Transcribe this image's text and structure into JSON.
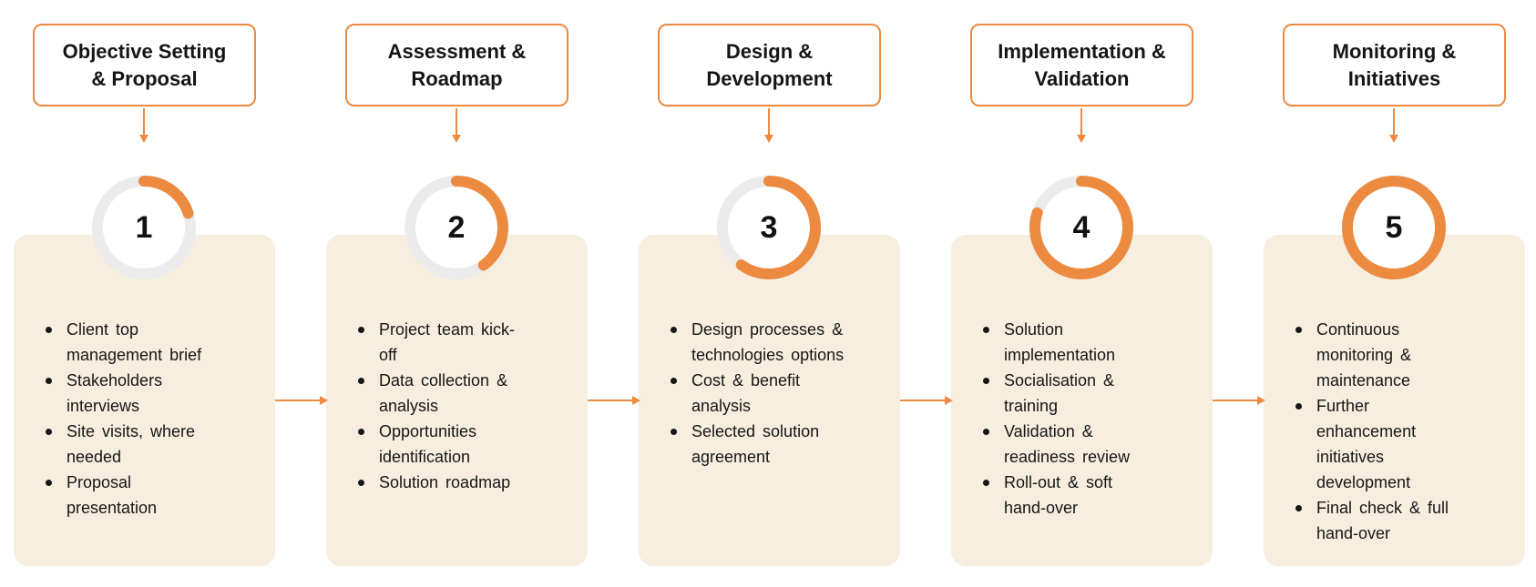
{
  "diagram": {
    "accent_color": "#EC8A40",
    "ring_track_color": "#EBEBEB",
    "card_background_color": "#F7EEE0",
    "text_color": "#161616",
    "steps": [
      {
        "number": "1",
        "progress_percent": 20,
        "title_lines": [
          "Objective Setting",
          "& Proposal"
        ],
        "bullets": [
          "Client top management brief",
          "Stakeholders interviews",
          "Site visits, where needed",
          "Proposal presentation"
        ]
      },
      {
        "number": "2",
        "progress_percent": 40,
        "title_lines": [
          "Assessment &",
          "Roadmap"
        ],
        "bullets": [
          "Project team kick-off",
          "Data collection & analysis",
          "Opportunities identification",
          "Solution roadmap"
        ]
      },
      {
        "number": "3",
        "progress_percent": 60,
        "title_lines": [
          "Design &",
          "Development"
        ],
        "bullets": [
          "Design processes & technologies options",
          "Cost & benefit analysis",
          "Selected solution agreement"
        ]
      },
      {
        "number": "4",
        "progress_percent": 80,
        "title_lines": [
          "Implementation &",
          "Validation"
        ],
        "bullets": [
          "Solution implementation",
          "Socialisation & training",
          "Validation & readiness review",
          "Roll-out & soft hand-over"
        ]
      },
      {
        "number": "5",
        "progress_percent": 100,
        "title_lines": [
          "Monitoring &",
          "Initiatives"
        ],
        "bullets": [
          "Continuous monitoring & maintenance",
          "Further enhancement initiatives development",
          "Final check & full hand-over"
        ]
      }
    ]
  }
}
